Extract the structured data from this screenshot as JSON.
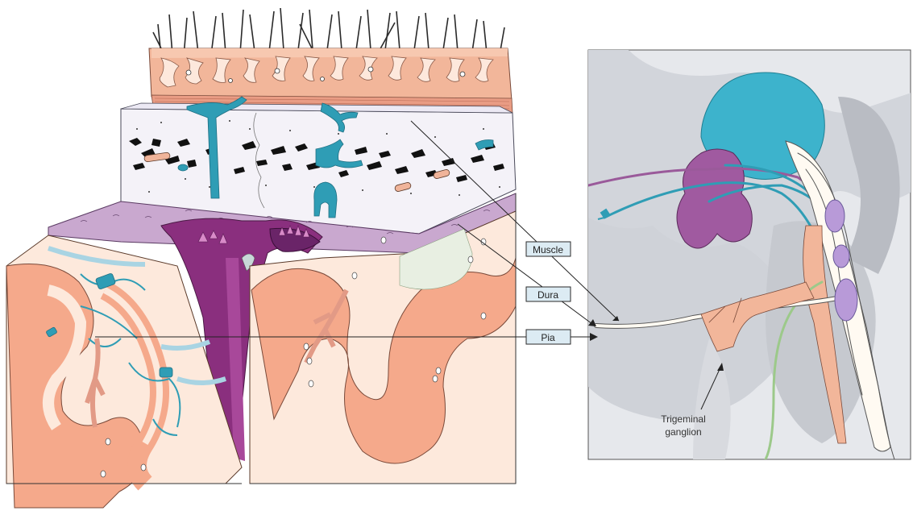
{
  "labels": {
    "muscle": "Muscle",
    "dura": "Dura",
    "pia": "Pia"
  },
  "caption": {
    "line1": "Trigeminal",
    "line2": "ganglion"
  },
  "colors": {
    "skin": "#f2b69a",
    "skin_light": "#fbe3d6",
    "bone": "#f4f2f8",
    "dura": "#c9a8cf",
    "sinus": "#8a2f7e",
    "cortex": "#f5a98b",
    "white_matter": "#fde9dc",
    "vessel_teal": "#2f9db5",
    "vessel_light": "#a9d4e3",
    "ganglion_teal": "#3db3cc",
    "ganglion_purple": "#a05aa0",
    "nerve_cream": "#fffaf2",
    "nerve_green": "#9cc98a",
    "panel_bg": "#e6e8ec",
    "panel_gray": "#c9ccd2"
  }
}
